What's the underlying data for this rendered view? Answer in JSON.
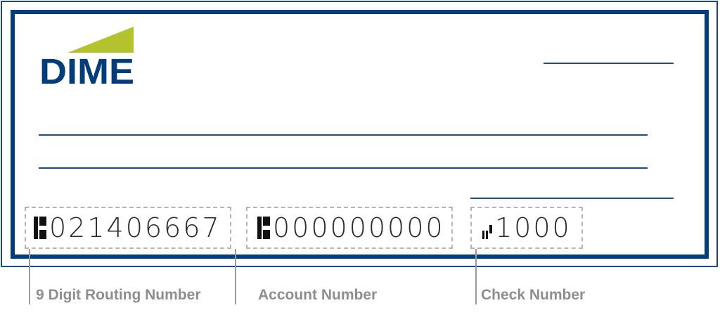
{
  "brand": {
    "logo_text": "DIME",
    "colors": {
      "navy": "#003d7a",
      "lime": "#b5c42e",
      "caption_gray": "#8e8e8e"
    }
  },
  "micr": {
    "routing": {
      "symbol": "transit-symbol",
      "value": "021406667"
    },
    "account": {
      "symbol": "transit-symbol",
      "value": "000000000"
    },
    "check": {
      "symbol": "on-us-symbol",
      "value": "1000"
    }
  },
  "captions": {
    "routing": "9 Digit Routing Number",
    "account": "Account Number",
    "check": "Check Number"
  }
}
